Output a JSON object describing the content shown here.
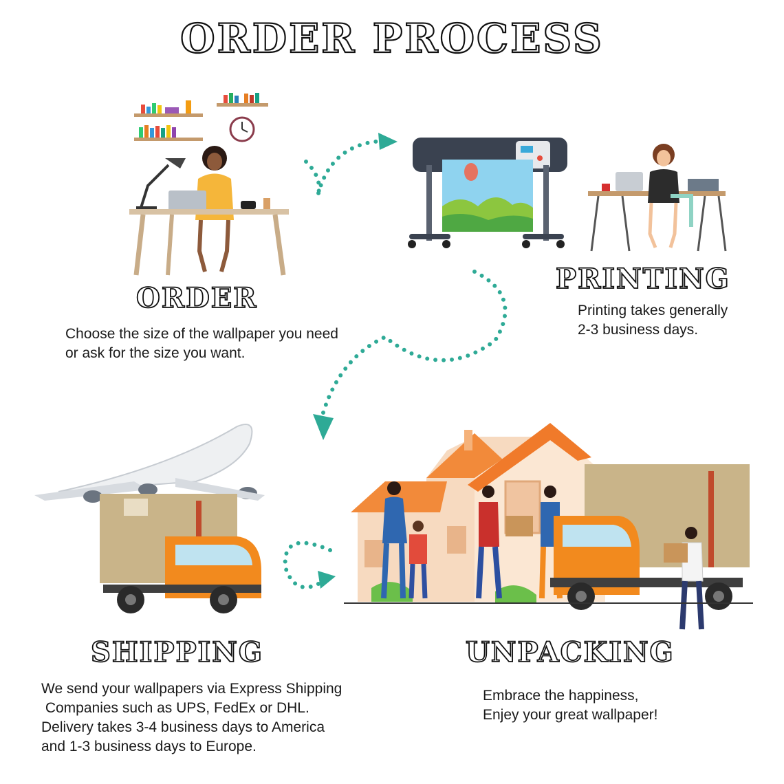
{
  "title": "ORDER PROCESS",
  "steps": {
    "order": {
      "title": "ORDER",
      "lines": [
        "Choose the size of the wallpaper you need",
        "or ask for the size you want."
      ]
    },
    "printing": {
      "title": "PRINTING",
      "lines": [
        "Printing takes generally",
        "2-3 business days."
      ]
    },
    "shipping": {
      "title": "SHIPPING",
      "lines": [
        "We send your wallpapers via Express Shipping",
        " Companies such as UPS, FedEx or DHL.",
        "Delivery takes 3-4 business days to America",
        "and 1-3 business days to Europe."
      ]
    },
    "unpacking": {
      "title": "UNPACKING",
      "lines": [
        "Embrace the happiness,",
        "Enjey your great wallpaper!"
      ]
    }
  },
  "colors": {
    "arrow": "#2eaa96",
    "truck_orange": "#f28a1e",
    "box": "#c9b489",
    "house": "#f7a35c"
  }
}
